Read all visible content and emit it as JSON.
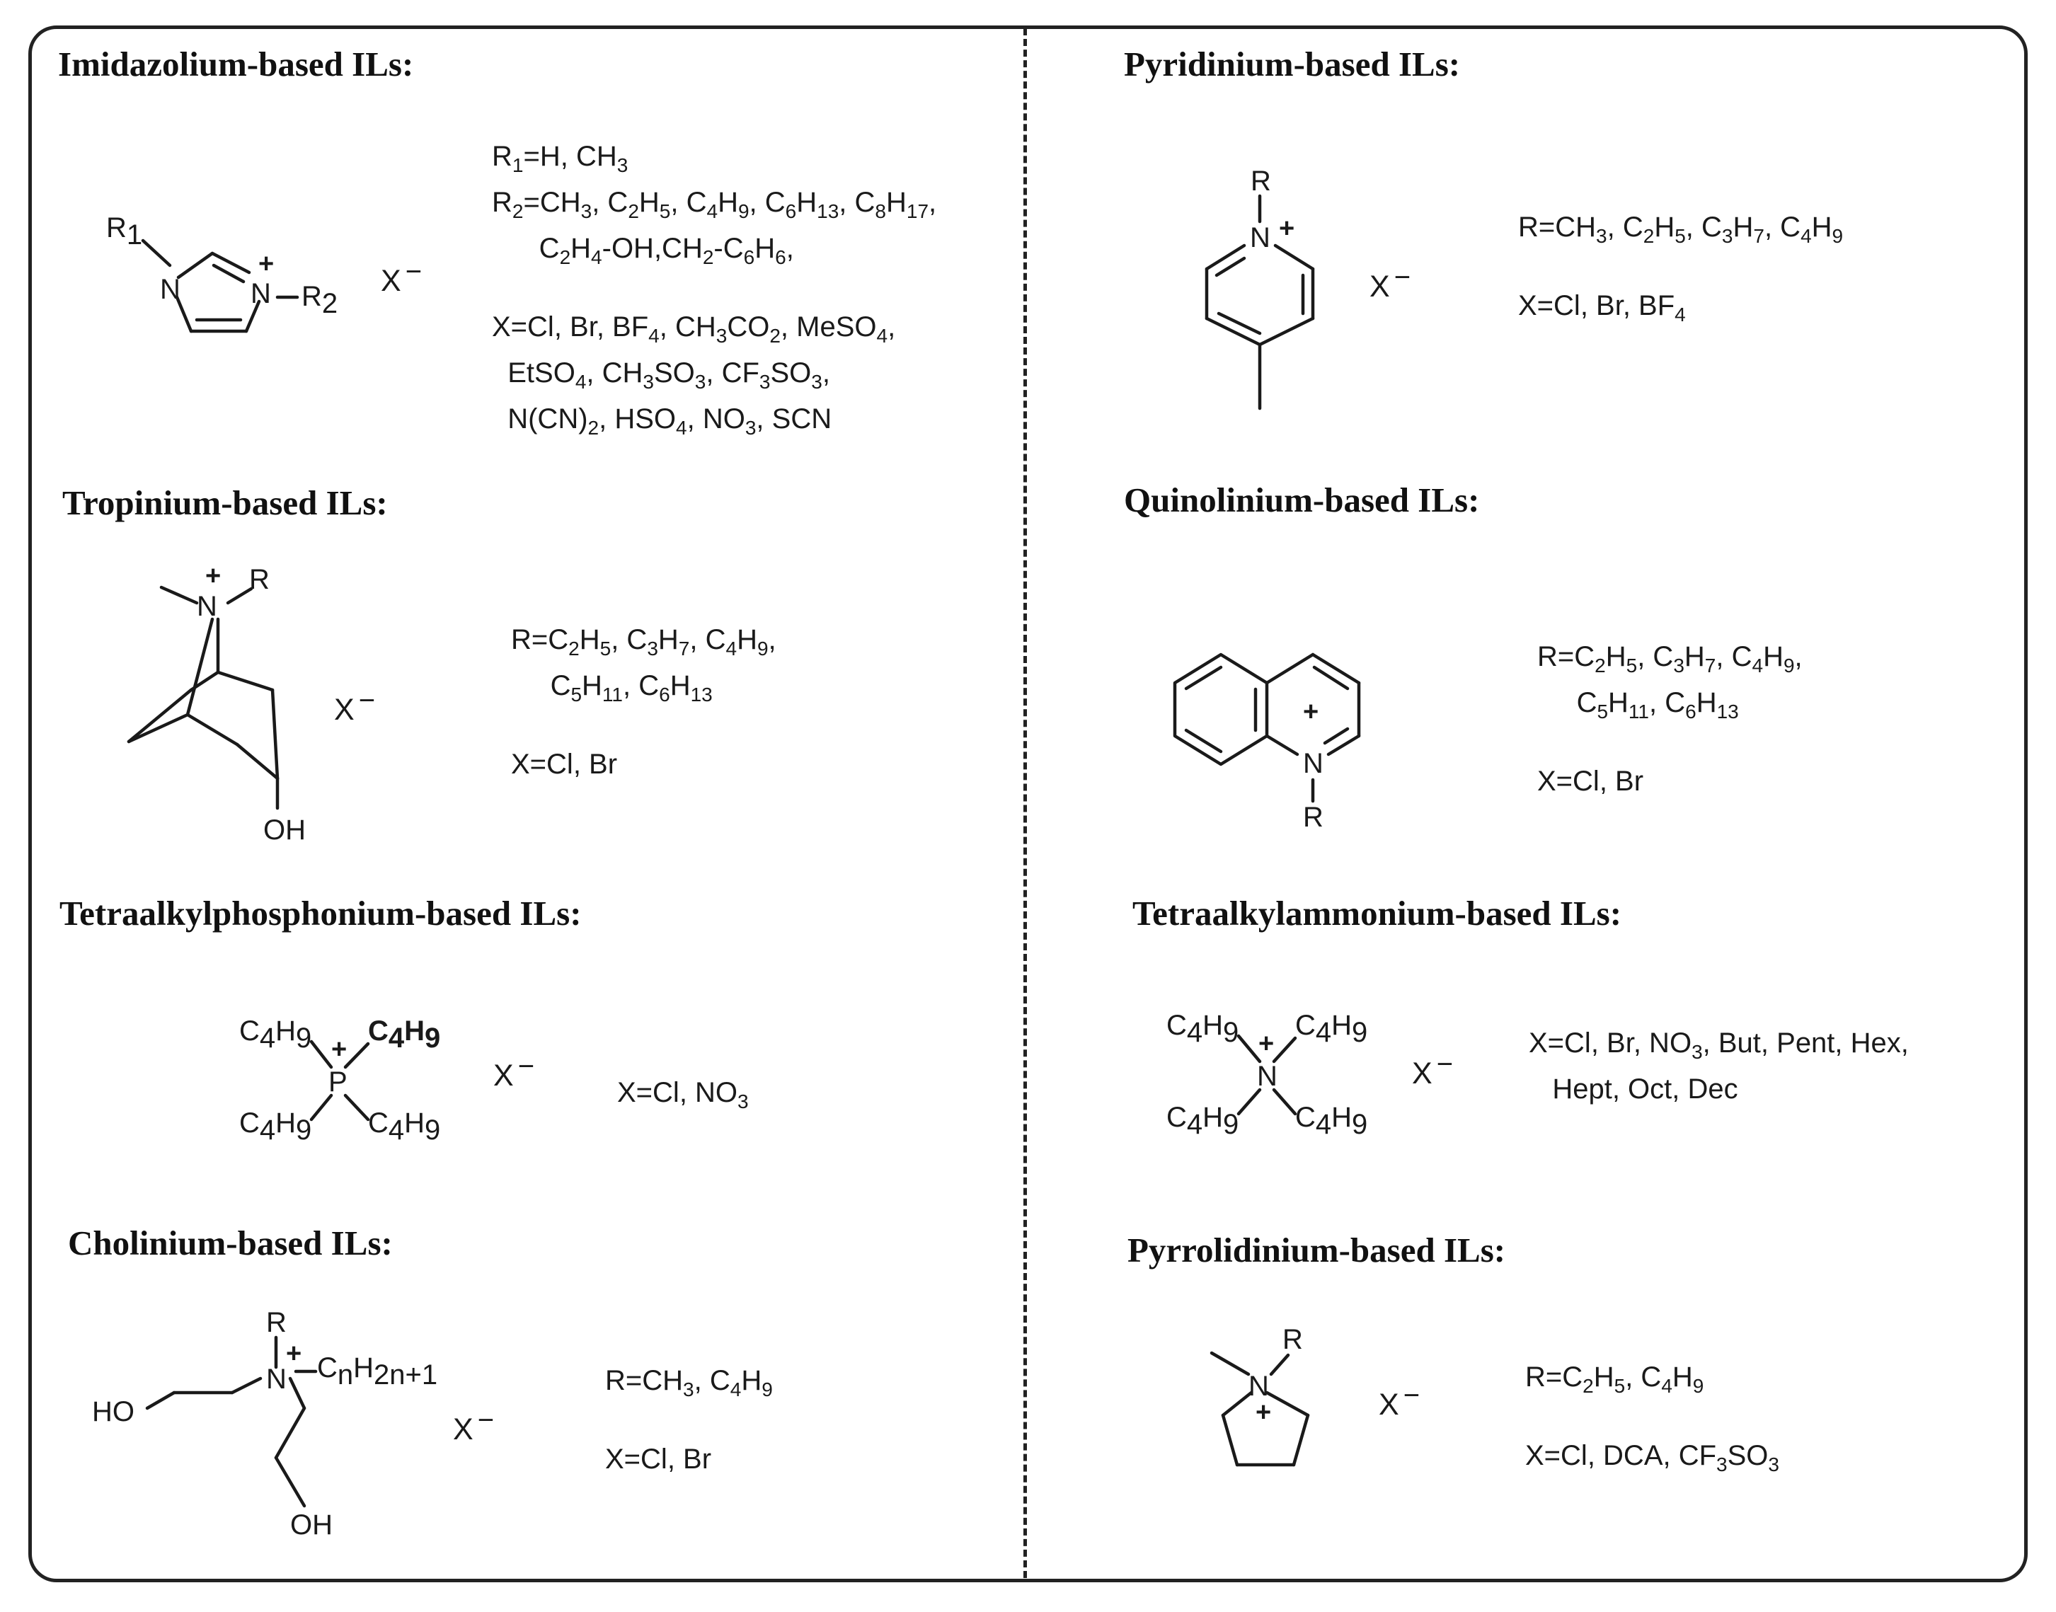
{
  "panels": {
    "imidazolium": {
      "title": "Imidazolium-based ILs:",
      "counter_ion": "X",
      "atom_labels": {
        "r1": "R1",
        "n1": "N",
        "n3": "N",
        "r2": "R2",
        "charge": "+"
      },
      "substituents": [
        [
          "R",
          "1",
          "=H, CH",
          "3"
        ],
        [
          "R",
          "2",
          "=CH",
          "3",
          ", C",
          "2",
          "H",
          "5",
          ", C",
          "4",
          "H",
          "9",
          ", C",
          "6",
          "H",
          "13",
          ", C",
          "8",
          "H",
          "17",
          ","
        ],
        [
          "      C",
          "2",
          "H",
          "4",
          "-OH,CH",
          "2",
          "-C",
          "6",
          "H",
          "6",
          ","
        ],
        [],
        [
          "X=Cl, Br, BF",
          "4",
          ", CH",
          "3",
          "CO",
          "2",
          ", MeSO",
          "4",
          ","
        ],
        [
          "  EtSO",
          "4",
          ", CH",
          "3",
          "SO",
          "3",
          ", CF",
          "3",
          "SO",
          "3",
          ","
        ],
        [
          "  N(CN)",
          "2",
          ", HSO",
          "4",
          ", NO",
          "3",
          ", SCN"
        ]
      ]
    },
    "pyridinium": {
      "title": "Pyridinium-based ILs:",
      "counter_ion": "X",
      "atom_labels": {
        "r": "R",
        "n": "N",
        "charge": "+"
      },
      "substituents": [
        [
          "R=CH",
          "3",
          ", C",
          "2",
          "H",
          "5",
          ", C",
          "3",
          "H",
          "7",
          ", C",
          "4",
          "H",
          "9"
        ],
        [],
        [
          "X=Cl, Br, BF",
          "4"
        ]
      ]
    },
    "tropinium": {
      "title": "Tropinium-based ILs:",
      "counter_ion": "X",
      "atom_labels": {
        "n": "N",
        "r": "R",
        "oh": "OH",
        "charge": "+"
      },
      "substituents": [
        [
          "R=C",
          "2",
          "H",
          "5",
          ", C",
          "3",
          "H",
          "7",
          ", C",
          "4",
          "H",
          "9",
          ","
        ],
        [
          "     C",
          "5",
          "H",
          "11",
          ", C",
          "6",
          "H",
          "13"
        ],
        [],
        [
          "X=Cl, Br"
        ]
      ]
    },
    "quinolinium": {
      "title": "Quinolinium-based ILs:",
      "atom_labels": {
        "n": "N",
        "r": "R",
        "charge": "+"
      },
      "substituents": [
        [
          "R=C",
          "2",
          "H",
          "5",
          ", C",
          "3",
          "H",
          "7",
          ", C",
          "4",
          "H",
          "9",
          ","
        ],
        [
          "     C",
          "5",
          "H",
          "11",
          ", C",
          "6",
          "H",
          "13"
        ],
        [],
        [
          "X=Cl, Br"
        ]
      ]
    },
    "phosphonium": {
      "title": "Tetraalkylphosphonium-based ILs:",
      "counter_ion": "X",
      "atom_labels": {
        "center": "P",
        "charge": "+"
      },
      "substituents": [
        [
          "X=Cl, NO",
          "3"
        ]
      ]
    },
    "ammonium": {
      "title": "Tetraalkylammonium-based ILs:",
      "counter_ion": "X",
      "atom_labels": {
        "center": "N",
        "charge": "+"
      },
      "substituents": [
        [
          "X=Cl, Br, NO",
          "3",
          ", But, Pent, Hex,"
        ],
        [
          "   Hept, Oct, Dec"
        ]
      ]
    },
    "cholinium": {
      "title": "Cholinium-based ILs:",
      "counter_ion": "X",
      "atom_labels": {
        "n": "N",
        "r": "R",
        "oh_left": "HO",
        "oh_bottom": "OH",
        "charge": "+"
      },
      "substituents": [
        [
          "R=CH",
          "3",
          ", C",
          "4",
          "H",
          "9"
        ],
        [],
        [
          "X=Cl, Br"
        ]
      ]
    },
    "pyrrolidinium": {
      "title": "Pyrrolidinium-based ILs:",
      "counter_ion": "X",
      "atom_labels": {
        "n": "N",
        "r": "R",
        "charge": "+"
      },
      "substituents": [
        [
          "R=C",
          "2",
          "H",
          "5",
          ", C",
          "4",
          "H",
          "9"
        ],
        [],
        [
          "X=Cl, DCA, CF",
          "3",
          "SO",
          "3"
        ]
      ]
    }
  },
  "minus_sign": "−",
  "butyl": [
    "C",
    "4",
    "H",
    "9"
  ],
  "alkyl_chain": [
    "C",
    "n",
    "H",
    "2n+1"
  ]
}
